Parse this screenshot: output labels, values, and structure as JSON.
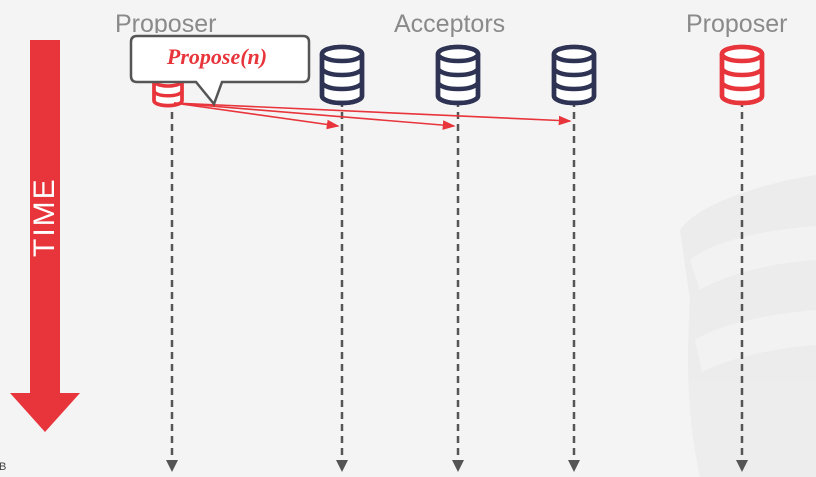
{
  "participants": {
    "left_proposer": "Proposer",
    "acceptors": "Acceptors",
    "right_proposer": "Proposer"
  },
  "time_label": "TIME",
  "message_label": "Propose(n)",
  "footer_text": "DB",
  "colors": {
    "proposer": "#e8343b",
    "acceptor": "#2e3354",
    "arrow": "#e8343b",
    "timeline": "#555555",
    "time_arrow": "#e8343b"
  }
}
